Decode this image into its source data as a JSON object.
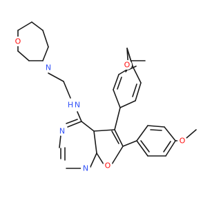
{
  "molecule": {
    "atoms": {
      "morpholine_o": {
        "symbol": "O",
        "color": "#ff0d0d"
      },
      "morpholine_n": {
        "symbol": "N",
        "color": "#3050f8"
      },
      "amine_n": {
        "symbol": "N",
        "color": "#3050f8"
      },
      "amine_h": {
        "symbol": "H",
        "color": "#3050f8"
      },
      "pyrimidine_n3": {
        "symbol": "N",
        "color": "#3050f8"
      },
      "pyrimidine_n1": {
        "symbol": "N",
        "color": "#3050f8"
      },
      "furan_o": {
        "symbol": "O",
        "color": "#ff0d0d"
      },
      "methoxy_o_top": {
        "symbol": "O",
        "color": "#ff0d0d"
      },
      "methoxy_o_right": {
        "symbol": "O",
        "color": "#ff0d0d"
      }
    },
    "colors": {
      "bond": "#1a1a1a",
      "nitrogen": "#3050f8",
      "oxygen": "#ff0d0d"
    }
  }
}
